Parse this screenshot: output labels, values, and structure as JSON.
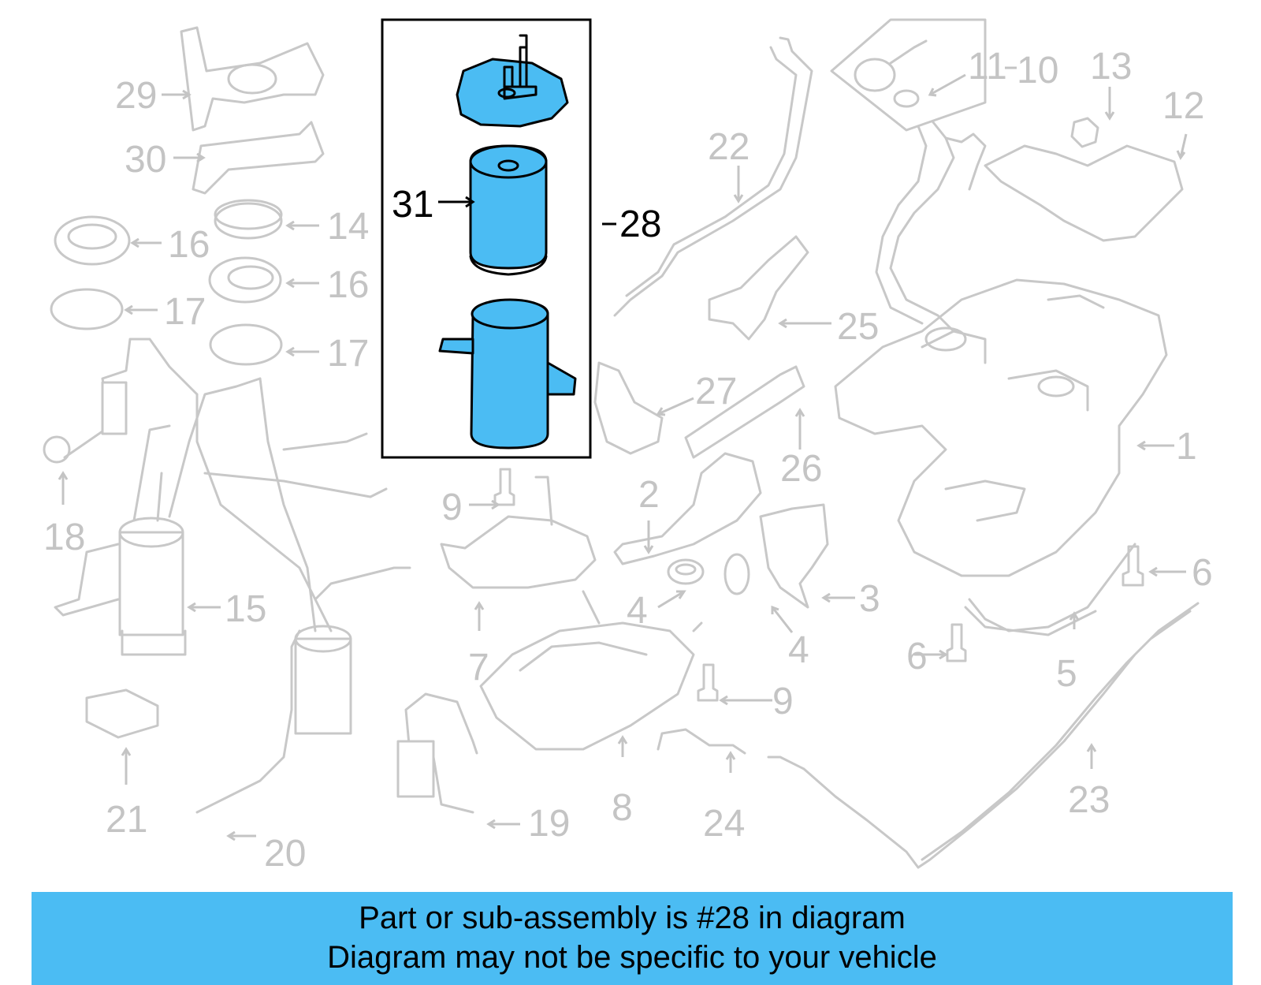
{
  "colors": {
    "highlight": "#4bbcf3",
    "ghost": "#c8c8c8",
    "label": "#c4c4c4",
    "ink": "#000000"
  },
  "callouts": {
    "c1": "1",
    "c2": "2",
    "c3": "3",
    "c4a": "4",
    "c4b": "4",
    "c5": "5",
    "c6a": "6",
    "c6b": "6",
    "c7": "7",
    "c8": "8",
    "c9a": "9",
    "c9b": "9",
    "c10": "10",
    "c11": "11",
    "c12": "12",
    "c13": "13",
    "c14": "14",
    "c15": "15",
    "c16a": "16",
    "c16b": "16",
    "c17a": "17",
    "c17b": "17",
    "c18": "18",
    "c19": "19",
    "c20": "20",
    "c21": "21",
    "c22": "22",
    "c23": "23",
    "c24": "24",
    "c25": "25",
    "c26": "26",
    "c27": "27",
    "c28": "28",
    "c29": "29",
    "c30": "30",
    "c31": "31"
  },
  "banner": {
    "line1": "Part or sub-assembly is #28 in diagram",
    "line2": "Diagram may not be specific to your vehicle"
  }
}
